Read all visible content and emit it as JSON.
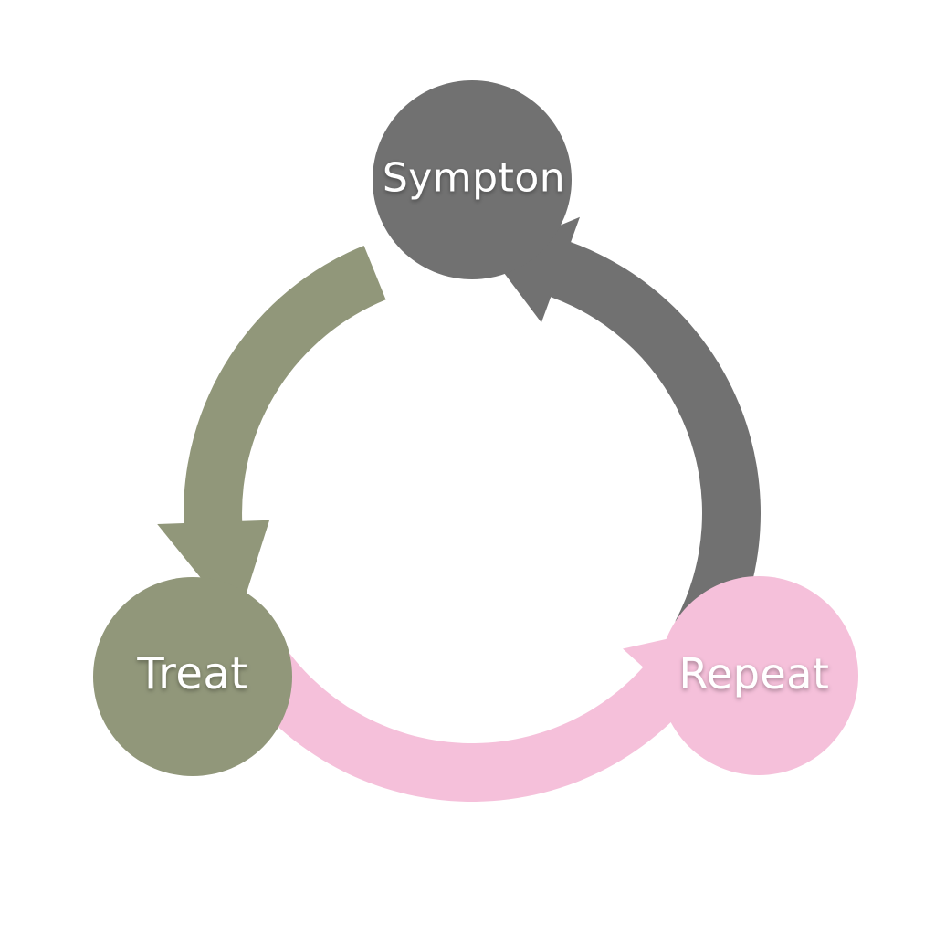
{
  "diagram": {
    "type": "cycle",
    "nodes": [
      {
        "id": "sympton",
        "label": "Sympton",
        "color": "#717171"
      },
      {
        "id": "treat",
        "label": "Treat",
        "color": "#91977a"
      },
      {
        "id": "repeat",
        "label": "Repeat",
        "color": "#f5c0da"
      }
    ],
    "edges": [
      {
        "from": "sympton",
        "to": "treat",
        "color": "#91977a"
      },
      {
        "from": "treat",
        "to": "repeat",
        "color": "#f5c0da"
      },
      {
        "from": "repeat",
        "to": "sympton",
        "color": "#717171"
      }
    ]
  }
}
